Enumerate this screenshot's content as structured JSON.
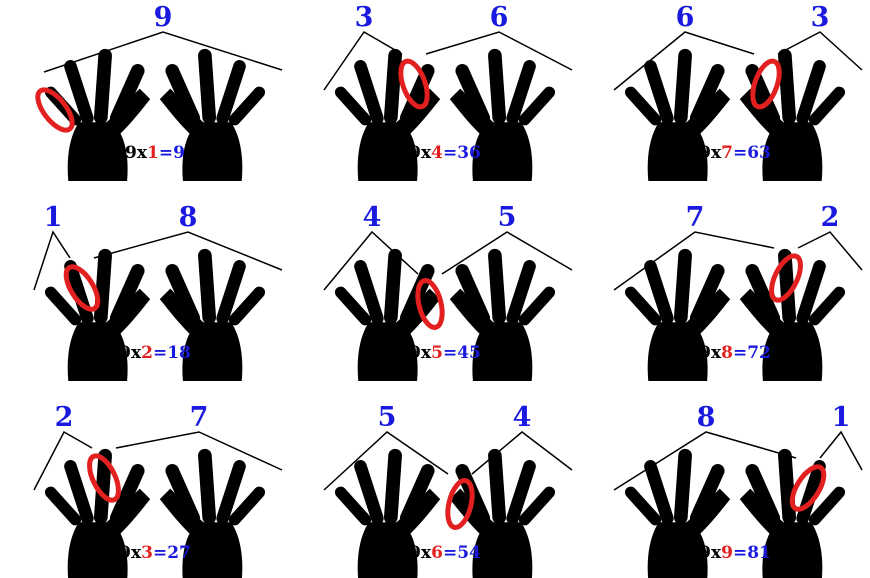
{
  "colors": {
    "blue": "#1a1adf",
    "red": "#e32020",
    "black": "#000000"
  },
  "trick": [
    {
      "multiplier": "1",
      "result": "9",
      "left": "",
      "right": "9"
    },
    {
      "multiplier": "2",
      "result": "18",
      "left": "1",
      "right": "8"
    },
    {
      "multiplier": "3",
      "result": "27",
      "left": "2",
      "right": "7"
    },
    {
      "multiplier": "4",
      "result": "36",
      "left": "3",
      "right": "6"
    },
    {
      "multiplier": "5",
      "result": "45",
      "left": "4",
      "right": "5"
    },
    {
      "multiplier": "6",
      "result": "54",
      "left": "5",
      "right": "4"
    },
    {
      "multiplier": "7",
      "result": "63",
      "left": "6",
      "right": "3"
    },
    {
      "multiplier": "8",
      "result": "72",
      "left": "7",
      "right": "2"
    },
    {
      "multiplier": "9",
      "result": "81",
      "left": "8",
      "right": "1"
    }
  ],
  "equation": {
    "base": "9",
    "times": "x",
    "equals": "="
  }
}
